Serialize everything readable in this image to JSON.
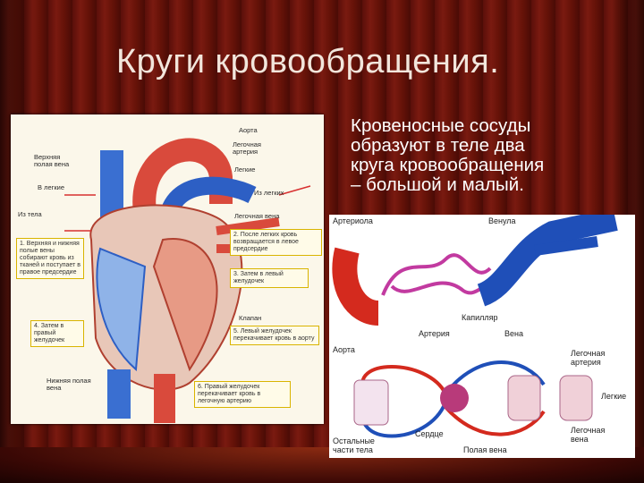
{
  "slide": {
    "title": "Круги кровообращения.",
    "text_lines": [
      "Кровеносные сосуды",
      "образуют в теле два",
      "круга кровообращения",
      "– большой и малый."
    ]
  },
  "heart_diagram": {
    "labels": {
      "aorta": "Аорта",
      "pulmonary_artery": "Легочная артерия",
      "lungs_top": "Легкие",
      "from_lungs": "Из легких",
      "pulmonary_vein": "Легочная вена",
      "superior_vena_cava": "Верхняя полая вена",
      "to_lungs": "В легкие",
      "from_body": "Из тела",
      "valve": "Клапан",
      "inferior_vena_cava": "Нижняя полая вена"
    },
    "steps": [
      "1. Верхняя и нижняя полые вены собирают кровь из тканей и поступает в правое предсердие",
      "2. После легких кровь возвращается в левое предсердие",
      "3. Затем в левый желудочек",
      "4. Затем в правый желудочек",
      "5. Левый желудочек перекачивает кровь в аорту",
      "6. Правый желудочек перекачивает кровь в легочную артерию"
    ]
  },
  "vessels_diagram": {
    "arteriole": "Артериола",
    "venule": "Венула",
    "capillary": "Капилляр",
    "artery": "Артерия",
    "vein": "Вена"
  },
  "circulation_diagram": {
    "aorta": "Аорта",
    "pulmonary_artery": "Легочная артерия",
    "lungs": "Легкие",
    "heart": "Сердце",
    "pulmonary_vein": "Легочная вена",
    "rest_of_body": "Остальные части тела",
    "vena_cava": "Полая вена"
  },
  "colors": {
    "artery": "#d42a1e",
    "vein": "#1f4fb8",
    "capillary": "#c23aa0",
    "background": "#5a0f0a"
  }
}
